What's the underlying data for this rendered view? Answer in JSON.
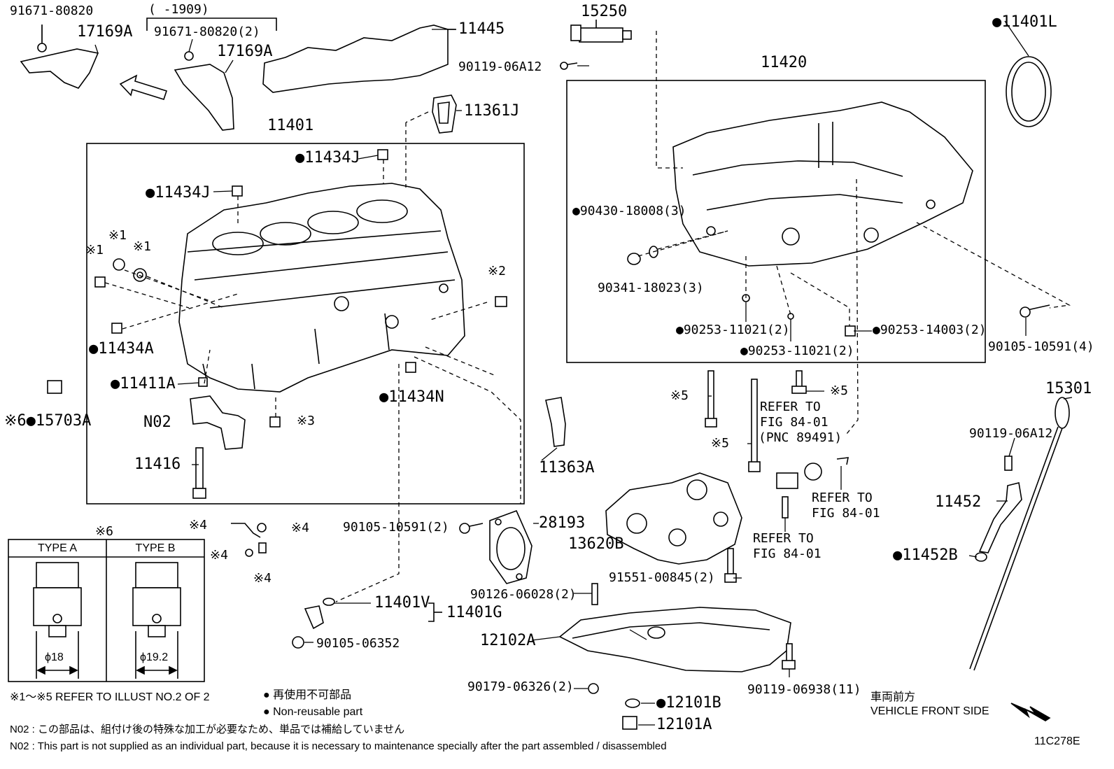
{
  "labels": {
    "p91671_80820_a": "91671-80820",
    "p17169A_a": "17169A",
    "range_1909": "(      -1909)",
    "p91671_80820_2": "91671-80820(2)",
    "p17169A_b": "17169A",
    "p11445": "11445",
    "p15250": "15250",
    "p90119_06A12_a": "90119-06A12",
    "p11401L": "●11401L",
    "p11420": "11420",
    "p11361J": "11361J",
    "p11401": "11401",
    "p11434J_a": "●11434J",
    "p11434J_b": "●11434J",
    "p90430_18008": "●90430-18008(3)",
    "p90341_18023": "90341-18023(3)",
    "x1_a": "※1",
    "x1_b": "※1",
    "x1_c": "※1",
    "x2": "※2",
    "p90253_11021_a": "●90253-11021(2)",
    "p90253_14003": "●90253-14003(2)",
    "p90253_11021_b": "●90253-11021(2)",
    "p90105_10591_4": "90105-10591(4)",
    "p11434A": "●11434A",
    "p11411A": "●11411A",
    "p11434N": "●11434N",
    "x5_a": "※5",
    "x5_b": "※5",
    "x5_c": "※5",
    "refer1_a": "REFER TO",
    "refer1_b": "FIG 84-01",
    "refer1_c": "(PNC 89491)",
    "p15301": "15301",
    "p15703A": "※6●15703A",
    "x3": "※3",
    "pN02": "N02",
    "p11416": "11416",
    "p11363A": "11363A",
    "p90119_06A12_b": "90119-06A12",
    "refer2_a": "REFER TO",
    "refer2_b": "FIG 84-01",
    "p11452": "11452",
    "refer3_a": "REFER TO",
    "refer3_b": "FIG 84-01",
    "x6": "※6",
    "x4_a": "※4",
    "x4_b": "※4",
    "x4_c": "※4",
    "x4_d": "※4",
    "p90105_10591_2": "90105-10591(2)",
    "p28193": "28193",
    "p13620B": "13620B",
    "p11452B": "●11452B",
    "p91551_00845": "91551-00845(2)",
    "p90126_06028": "90126-06028(2)",
    "p11401V": "11401V",
    "p11401G": "11401G",
    "p90105_06352": "90105-06352",
    "p12102A": "12102A",
    "p90179_06326": "90179-06326(2)",
    "p90119_06938": "90119-06938(11)",
    "p12101B": "●12101B",
    "p12101A": "12101A",
    "type_a": "TYPE A",
    "type_b": "TYPE B",
    "dia_18": "ϕ18",
    "dia_19_2": "ϕ19.2",
    "front_jp": "車両前方",
    "front_en": "VEHICLE FRONT SIDE",
    "diagram_code": "11C278E"
  },
  "legend": {
    "refer_note": "※1～※5  REFER TO ILLUST NO.2 OF 2",
    "nonreuse_jp": "● 再使用不可部品",
    "nonreuse_en": "● Non-reusable part",
    "n02_jp": "N02 : この部品は、組付け後の特殊な加工が必要なため、単品では補給していません",
    "n02_en": "N02 : This part is not supplied as an individual part, because it is necessary to maintenance specially after the part assembled / disassembled"
  }
}
